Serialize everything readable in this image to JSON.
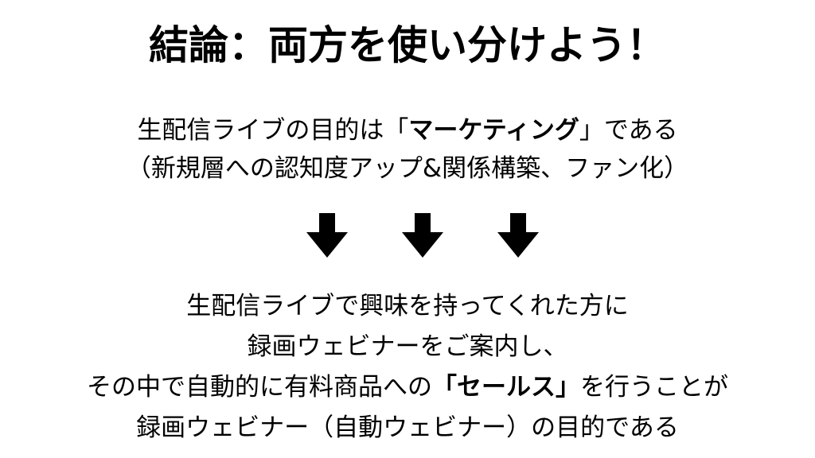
{
  "slide": {
    "title": "結論：両方を使い分けよう！",
    "purpose_line1_pre": "生配信ライブの目的は「",
    "purpose_line1_em": "マーケティング",
    "purpose_line1_post": "」である",
    "purpose_line2": "（新規層への認知度アップ&関係構築、ファン化）",
    "arrows": [
      {
        "icon": "down-arrow-icon"
      },
      {
        "icon": "down-arrow-icon"
      },
      {
        "icon": "down-arrow-icon"
      }
    ],
    "conclusion_line1": "生配信ライブで興味を持ってくれた方に",
    "conclusion_line2": "録画ウェビナーをご案内し、",
    "conclusion_line3_pre": "その中で自動的に有料商品への",
    "conclusion_line3_em": "「セールス」",
    "conclusion_line3_post": "を行うことが",
    "conclusion_line4": "録画ウェビナー（自動ウェビナー）の目的である"
  },
  "colors": {
    "background": "#ffffff",
    "text": "#000000",
    "arrow": "#000000"
  }
}
